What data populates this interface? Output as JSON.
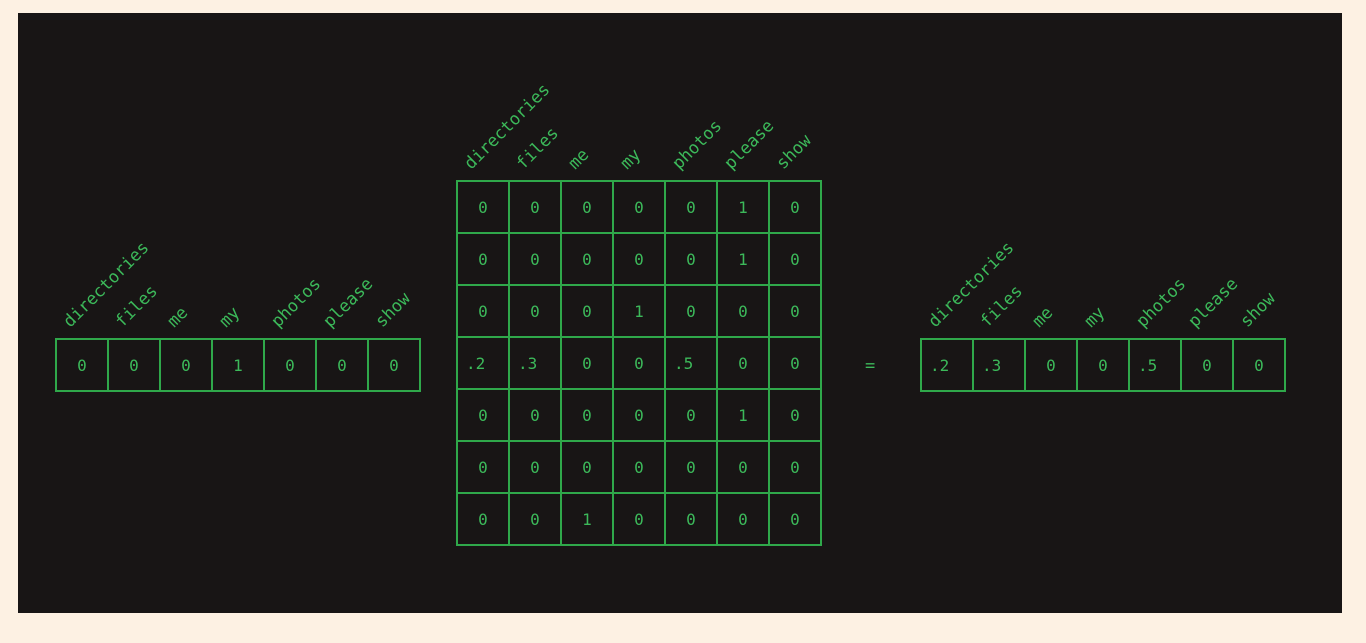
{
  "words": [
    "directories",
    "files",
    "me",
    "my",
    "photos",
    "please",
    "show"
  ],
  "input_vector": {
    "labels": [
      "directories",
      "files",
      "me",
      "my",
      "photos",
      "please",
      "show"
    ],
    "values": [
      "0",
      "0",
      "0",
      "1",
      "0",
      "0",
      "0"
    ]
  },
  "matrix": {
    "labels": [
      "directories",
      "files",
      "me",
      "my",
      "photos",
      "please",
      "show"
    ],
    "rows": [
      [
        "0",
        "0",
        "0",
        "0",
        "0",
        "1",
        "0"
      ],
      [
        "0",
        "0",
        "0",
        "0",
        "0",
        "1",
        "0"
      ],
      [
        "0",
        "0",
        "0",
        "1",
        "0",
        "0",
        "0"
      ],
      [
        ".2",
        ".3",
        "0",
        "0",
        ".5",
        "0",
        "0"
      ],
      [
        "0",
        "0",
        "0",
        "0",
        "0",
        "1",
        "0"
      ],
      [
        "0",
        "0",
        "0",
        "0",
        "0",
        "0",
        "0"
      ],
      [
        "0",
        "0",
        "1",
        "0",
        "0",
        "0",
        "0"
      ]
    ]
  },
  "operator": "=",
  "output_vector": {
    "labels": [
      "directories",
      "files",
      "me",
      "my",
      "photos",
      "please",
      "show"
    ],
    "values": [
      ".2",
      ".3",
      "0",
      "0",
      ".5",
      "0",
      "0"
    ]
  },
  "colors": {
    "background": "#181515",
    "page": "#fdf1e3",
    "accent": "#3cb95a",
    "grid_line": "#2fa84a"
  }
}
